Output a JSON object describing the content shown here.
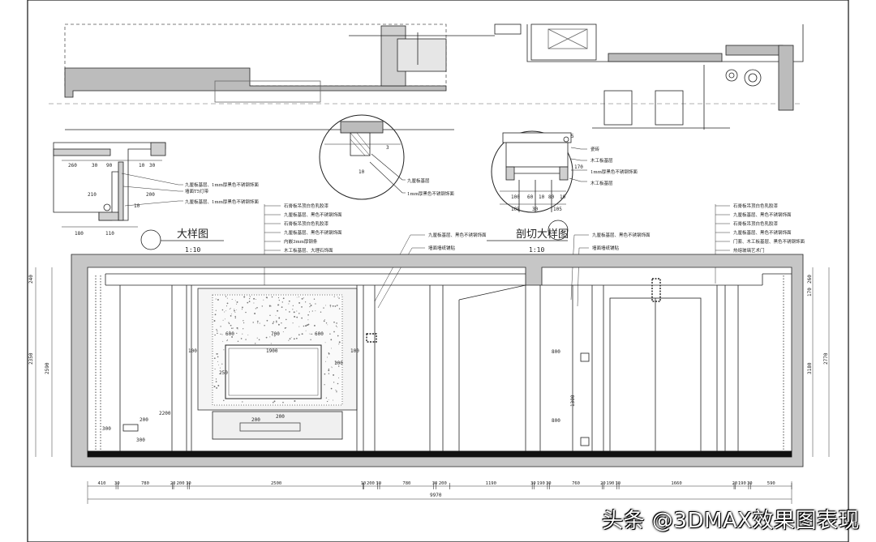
{
  "detail_title": "大样图",
  "detail_scale": "1:10",
  "section_title": "剖切大样图",
  "section_scale": "1:10",
  "watermark": "头条 @3DMAX效果图表现",
  "detail_dims": {
    "top": [
      "260",
      "30",
      "90",
      "10",
      "30"
    ],
    "left": [
      "210"
    ],
    "right": [
      "200"
    ],
    "mid": [
      "10"
    ],
    "bottom": [
      "180",
      "110"
    ]
  },
  "detail_notes": [
    "九厘板基层、1mm厚黑色不锈钢饰面",
    "墙面T5灯带",
    "九厘板基层、1mm厚黑色不锈钢饰面"
  ],
  "circle_notes": [
    "九厘板基层",
    "1mm厚黑色不锈钢饰面"
  ],
  "circle_dims": [
    "10",
    "3"
  ],
  "section_notes": [
    "瓷砖",
    "木工板基层",
    "1mm厚黑色不锈钢饰面",
    "木工板基层"
  ],
  "section_dims": {
    "top": [
      "5"
    ],
    "right": [
      "170"
    ],
    "bottom1": [
      "100",
      "60",
      "10",
      "80",
      "10"
    ],
    "bottom2": [
      "105",
      "30",
      "105"
    ]
  },
  "left_notes": [
    "石膏板吊顶白色乳胶漆",
    "九厘板基层、黑色不锈钢饰面",
    "石膏板吊顶白色乳胶漆",
    "九厘板基层、黑色不锈钢饰面",
    "内嵌3mm厚钢条",
    "木工板基层、大理石饰面"
  ],
  "center_notes": [
    "九厘板基层、黑色不锈钢饰面",
    "墙面墙纸铺贴"
  ],
  "center_notes2": [
    "九厘板基层、黑色不锈钢饰面",
    "墙面墙纸铺贴"
  ],
  "right_notes": [
    "石膏板吊顶白色乳胶漆",
    "九厘板基层、黑色不锈钢饰面",
    "石膏板吊顶白色乳胶漆",
    "九厘板基层、黑色不锈钢饰面",
    "门套、木工板基层、黑色不锈钢饰面",
    "热熔玻璃艺术门"
  ],
  "elev_dims": {
    "tv_top": [
      "600",
      "700",
      "600"
    ],
    "tv_width": "1900",
    "tv_height": "250",
    "side_small": [
      "100",
      "100",
      "100"
    ],
    "left_low": [
      "300",
      "2200",
      "200",
      "300"
    ],
    "lower_tv": [
      "200",
      "200"
    ],
    "mid_800a": "800",
    "mid_800b": "800",
    "mid_1300": "1300",
    "left_vert": [
      "240",
      "2350",
      "2590"
    ],
    "right_vert": [
      "170",
      "260",
      "3180",
      "2770"
    ]
  },
  "bottom_dims": [
    "410",
    "30",
    "780",
    "20",
    "200",
    "30",
    "2500",
    "10",
    "200",
    "30",
    "780",
    "30",
    "200",
    "1190",
    "30",
    "190",
    "30",
    "760",
    "20",
    "190",
    "30",
    "1660",
    "20",
    "190",
    "30",
    "590"
  ],
  "total_dim": "9970"
}
